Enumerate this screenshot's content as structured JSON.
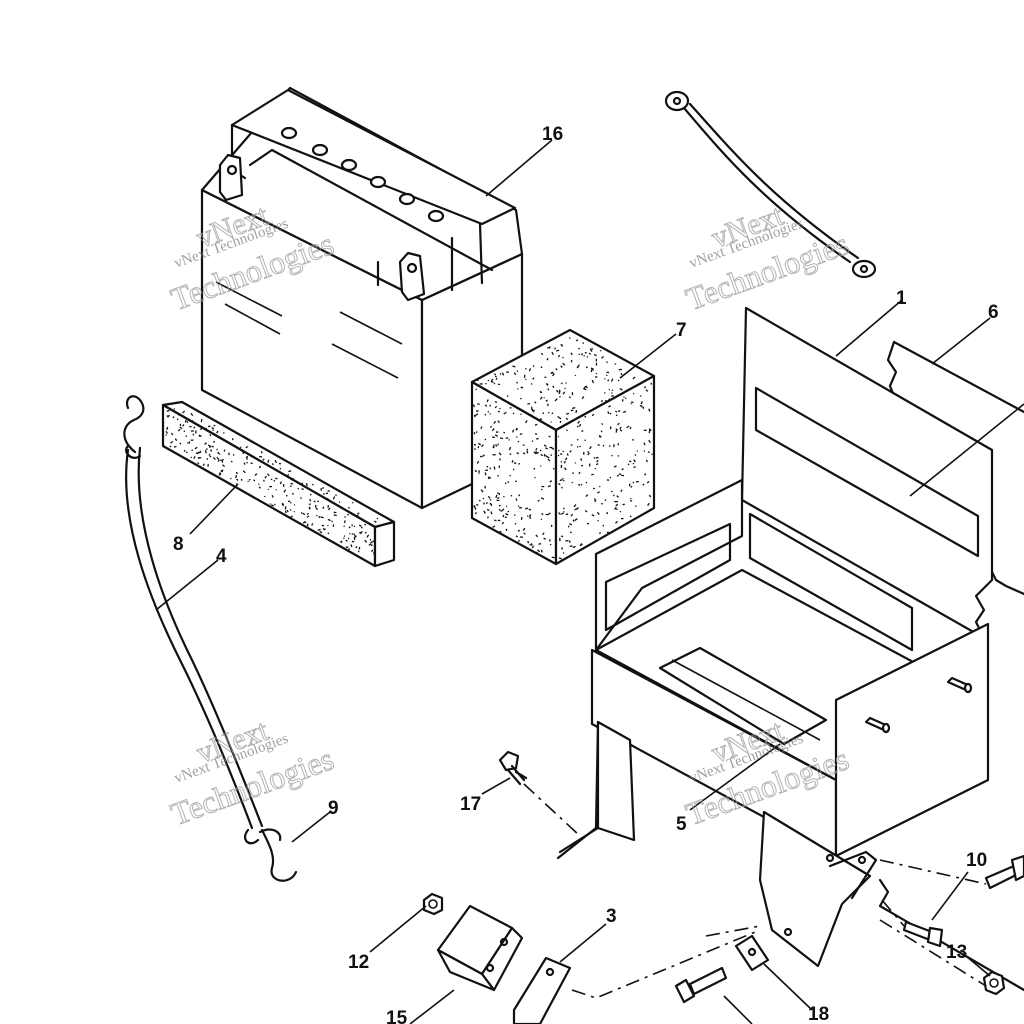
{
  "watermark": {
    "line1": "vNext Technologies",
    "line2": "vNext",
    "line3": "Technologies"
  },
  "callouts": [
    {
      "id": "c16",
      "label": "16"
    },
    {
      "id": "c1",
      "label": "1"
    },
    {
      "id": "c6",
      "label": "6"
    },
    {
      "id": "c7",
      "label": "7"
    },
    {
      "id": "c8",
      "label": "8"
    },
    {
      "id": "c4",
      "label": "4"
    },
    {
      "id": "c9",
      "label": "9"
    },
    {
      "id": "c17",
      "label": "17"
    },
    {
      "id": "c5",
      "label": "5"
    },
    {
      "id": "c10",
      "label": "10"
    },
    {
      "id": "c13",
      "label": "13"
    },
    {
      "id": "c12",
      "label": "12"
    },
    {
      "id": "c3",
      "label": "3"
    },
    {
      "id": "c15",
      "label": "15"
    },
    {
      "id": "c18",
      "label": "18"
    }
  ]
}
